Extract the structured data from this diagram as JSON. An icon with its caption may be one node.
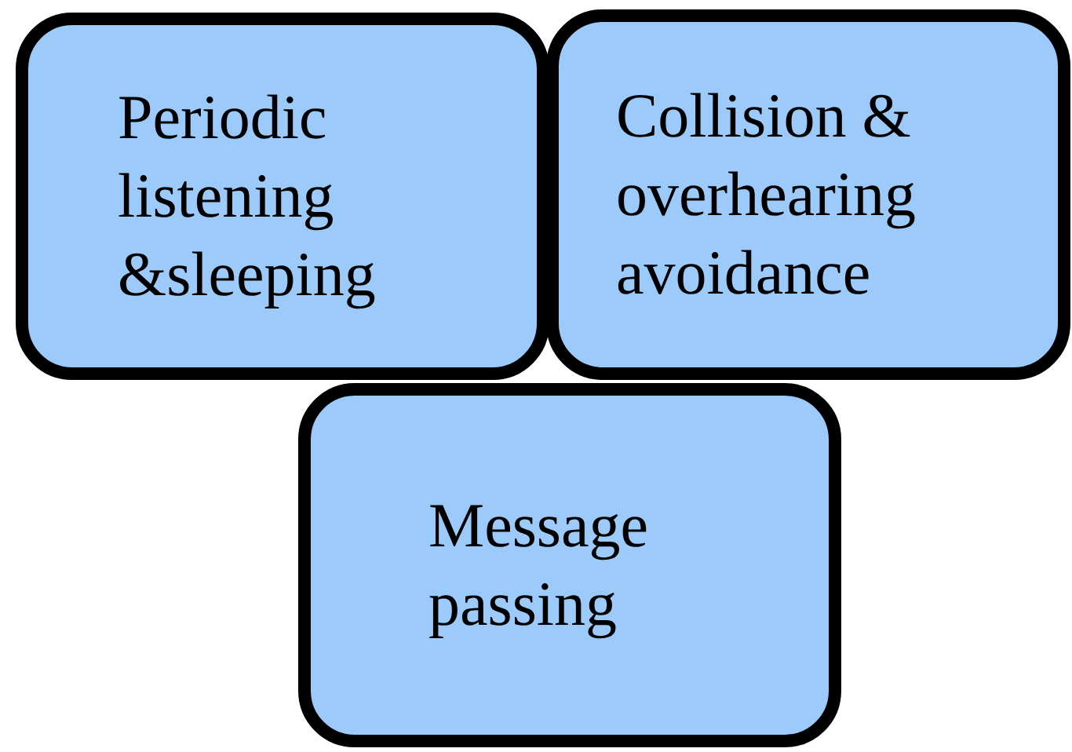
{
  "diagram": {
    "nodes": [
      {
        "text": [
          "Periodic listening &sleeping"
        ]
      },
      {
        "text": [
          "Collision & overhearing avoidance"
        ]
      },
      {
        "text": [
          "Message passing"
        ]
      }
    ]
  }
}
